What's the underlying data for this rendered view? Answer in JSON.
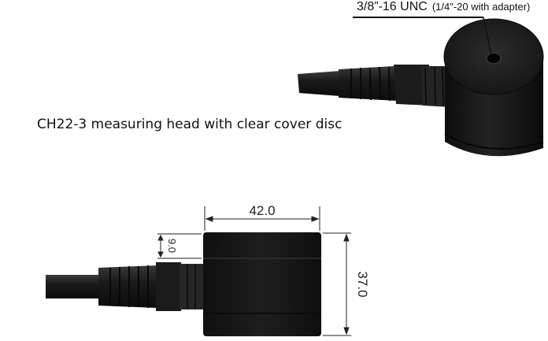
{
  "caption": "CH22-3 measuring head with clear cover disc",
  "thread": {
    "main": "3/8”-16 UNC",
    "note": "(1/4\"-20 with adapter)"
  },
  "dimensions": {
    "width": "42.0",
    "height": "37.0",
    "groove": "9.0"
  },
  "colors": {
    "body": "#161616",
    "cable": "#1e1e1e",
    "line": "#222222"
  }
}
